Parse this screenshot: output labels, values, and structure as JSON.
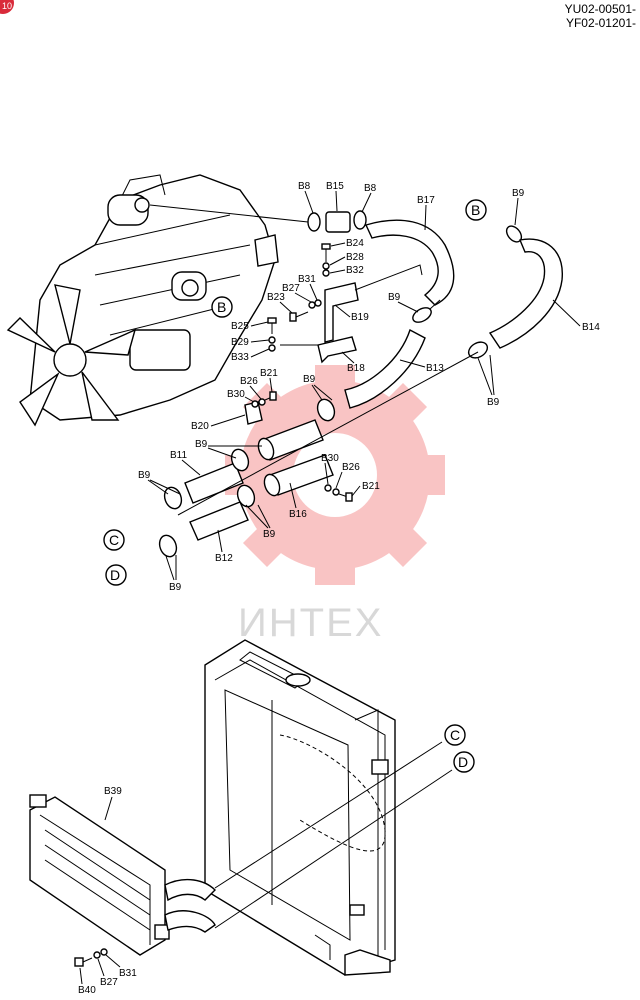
{
  "header": {
    "page_badge": "10",
    "serials": [
      "YU02-00501-",
      "YF02-01201-"
    ]
  },
  "watermark": {
    "text": "ИНТЕХ",
    "color": "#f05a5a"
  },
  "labels": {
    "B8": "B8",
    "B15": "B15",
    "B17": "B17",
    "B24": "B24",
    "B28": "B28",
    "B32": "B32",
    "B31": "B31",
    "B27": "B27",
    "B23": "B23",
    "B19": "B19",
    "B18": "B18",
    "B25": "B25",
    "B29": "B29",
    "B33": "B33",
    "B13": "B13",
    "B14": "B14",
    "B9": "B9",
    "B21": "B21",
    "B26": "B26",
    "B30": "B30",
    "B20": "B20",
    "B11": "B11",
    "B16": "B16",
    "B12": "B12",
    "B39": "B39",
    "B40": "B40"
  },
  "refs": {
    "B": "B",
    "C": "C",
    "D": "D"
  }
}
